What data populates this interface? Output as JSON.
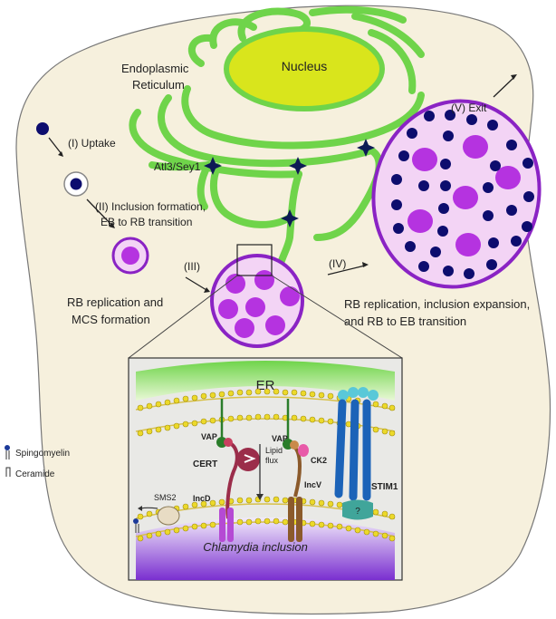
{
  "labels": {
    "nucleus": "Nucleus",
    "er_line1": "Endoplasmic",
    "er_line2": "Reticulum",
    "atl3": "Atl3/Sey1",
    "exit": "(V) Exit",
    "uptake": "(I) Uptake",
    "inclusion_line1": "(II) Inclusion formation,",
    "inclusion_line2": "EB to RB transition",
    "stage3": "(III)",
    "rb_mcs_line1": "RB replication and",
    "rb_mcs_line2": "MCS formation",
    "stage4": "(IV)",
    "expansion_line1": "RB replication, inclusion expansion,",
    "expansion_line2": "and RB to EB transition"
  },
  "inset": {
    "er": "ER",
    "vap_left": "VAP",
    "vap_right": "VAP",
    "cert": "CERT",
    "lipid_flux_line1": "Lipid",
    "lipid_flux_line2": "flux",
    "ck2": "CK2",
    "incv": "IncV",
    "stim1": "STIM1",
    "sms2": "SMS2",
    "incd": "IncD",
    "question": "?",
    "inclusion": "Chlamydia inclusion"
  },
  "legend": {
    "sphingomyelin": "Spingomyelin",
    "ceramide": "Ceramide"
  },
  "colors": {
    "cell_fill": "#f6f0dd",
    "er_green": "#6fd44a",
    "nucleus_yellow": "#d9e51c",
    "inclusion_purple": "#8a23c4",
    "rb_magenta": "#b533e0",
    "eb_navy": "#0d0d6e",
    "inclusion_lumen": "#f3d4f5",
    "cert_red": "#9b2d4a",
    "stim_blue": "#1c63b8"
  }
}
